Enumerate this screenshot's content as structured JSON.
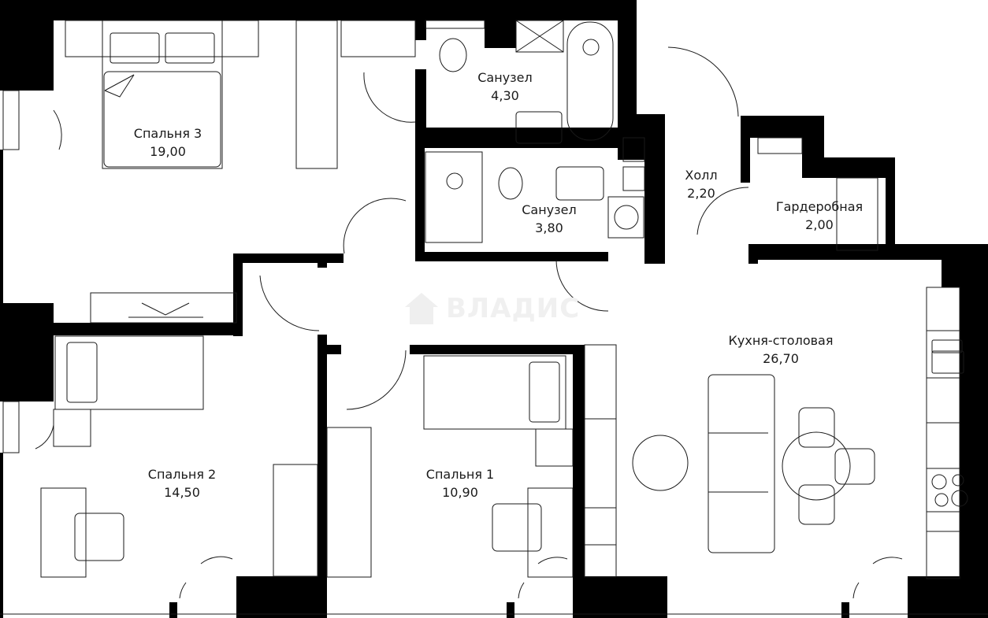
{
  "plan": {
    "type": "apartment-floor-plan",
    "unit": "m²",
    "colors": {
      "wall": "#000000",
      "line": "#1a1a1a",
      "background": "#ffffff",
      "watermark": "#efefef"
    },
    "rooms": [
      {
        "id": "bedroom3",
        "name": "Спальня 3",
        "area": "19,00"
      },
      {
        "id": "bathroom1",
        "name": "Санузел",
        "area": "4,30"
      },
      {
        "id": "bathroom2",
        "name": "Санузел",
        "area": "3,80"
      },
      {
        "id": "hall",
        "name": "Холл",
        "area": "2,20"
      },
      {
        "id": "wardrobe",
        "name": "Гардеробная",
        "area": "2,00"
      },
      {
        "id": "kitchen",
        "name": "Кухня-столовая",
        "area": "26,70"
      },
      {
        "id": "bedroom2",
        "name": "Спальня 2",
        "area": "14,50"
      },
      {
        "id": "bedroom1",
        "name": "Спальня 1",
        "area": "10,90"
      }
    ],
    "watermark": {
      "text": "ВЛАДИС",
      "icon": "house-key-icon"
    }
  }
}
